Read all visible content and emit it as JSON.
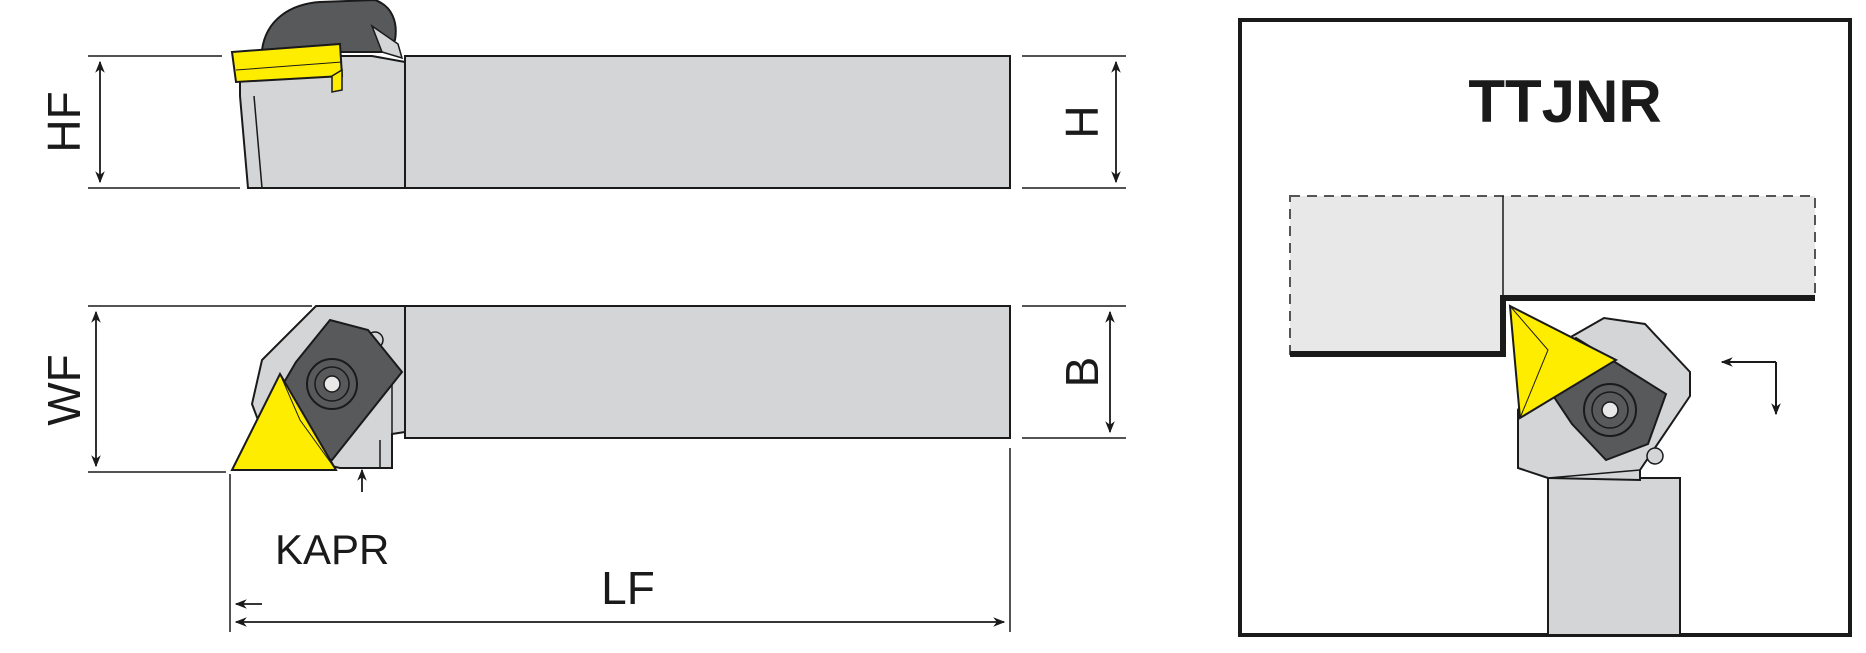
{
  "labels": {
    "hf": "HF",
    "h": "H",
    "wf": "WF",
    "b": "B",
    "kapr": "KAPR",
    "lf": "LF"
  },
  "detail": {
    "title": "TTJNR"
  },
  "colors": {
    "body": "#d4d5d6",
    "body_light": "#e8e8e8",
    "insert": "#ffed00",
    "clamp": "#58595b",
    "line": "#1a1a1a"
  }
}
